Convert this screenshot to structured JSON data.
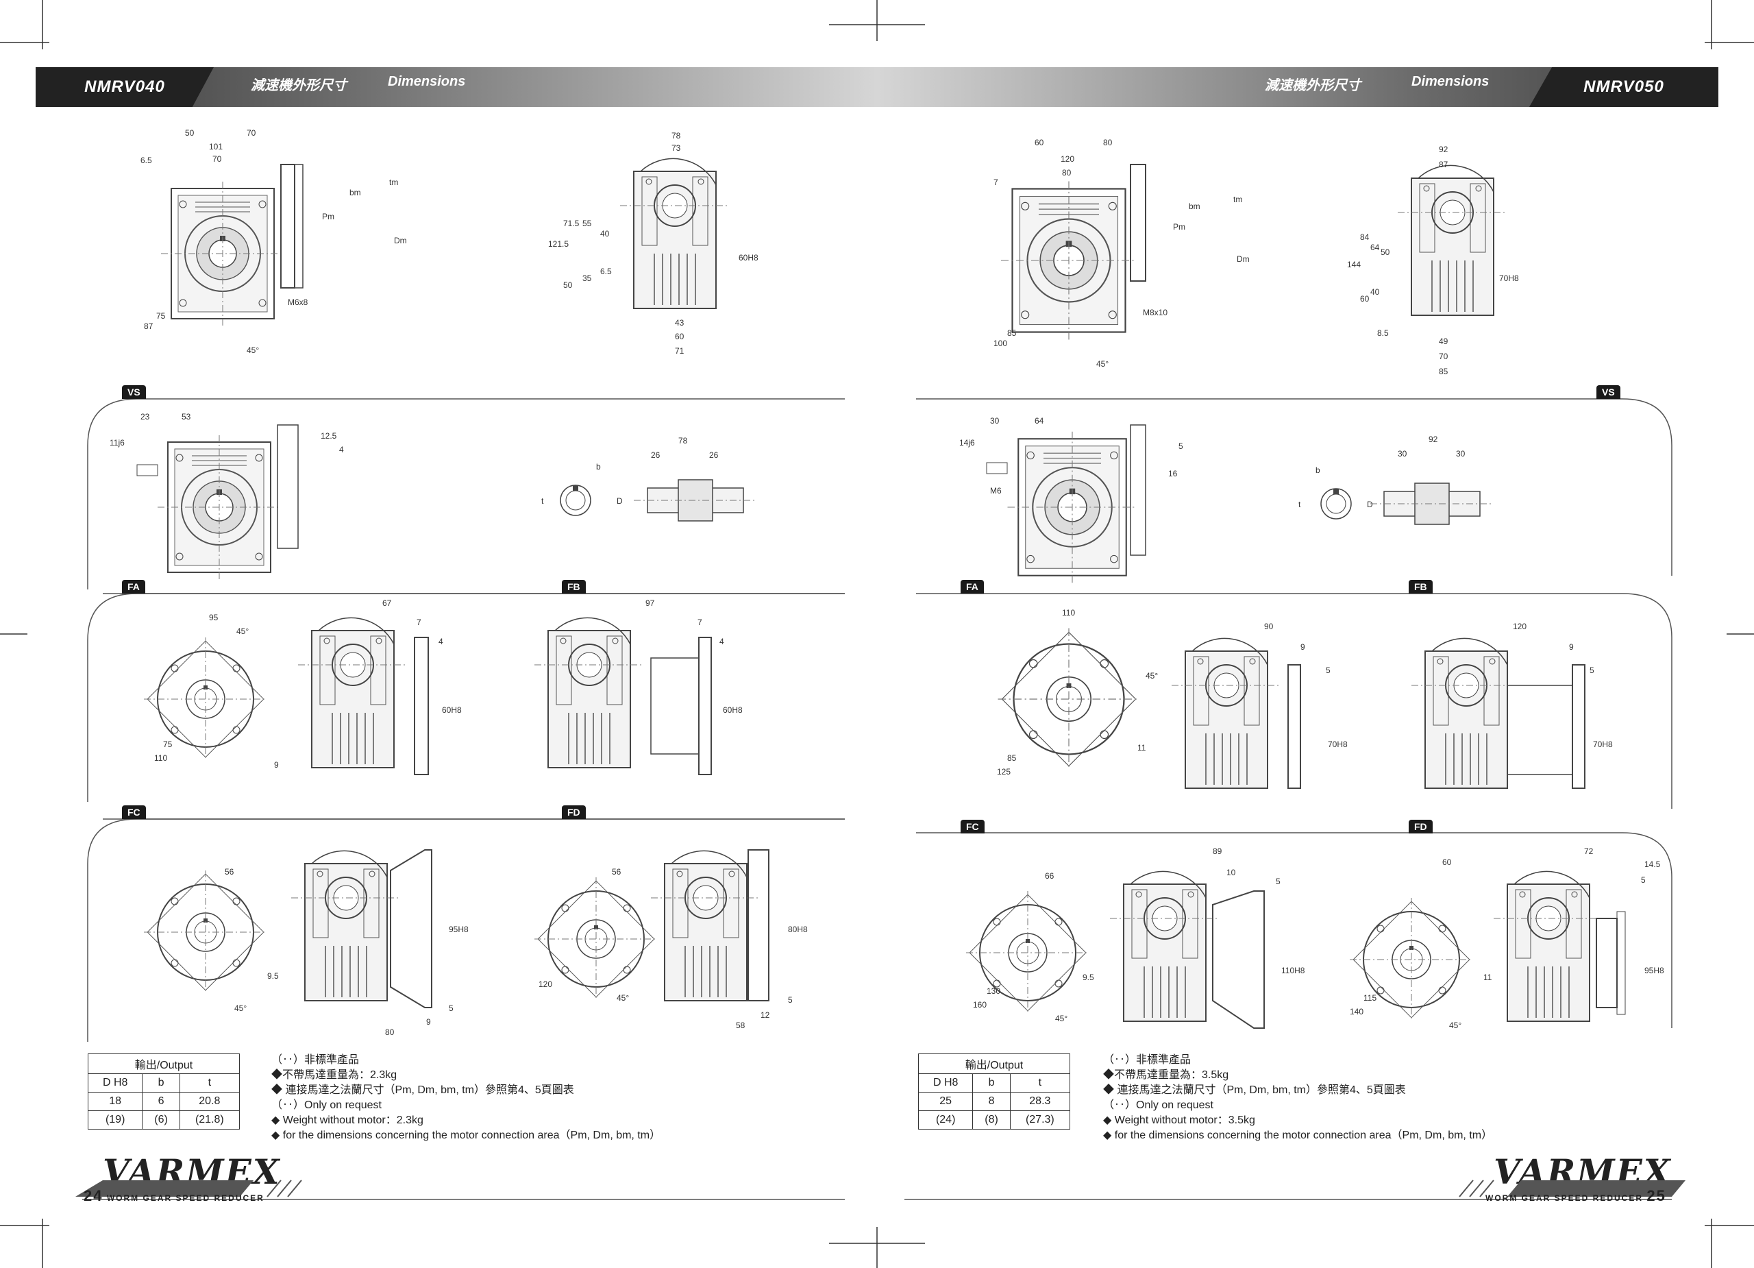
{
  "left": {
    "model": "NMRV040",
    "title_cn": "減速機外形尺寸",
    "title_en": "Dimensions",
    "labels": {
      "vs": "VS",
      "fa": "FA",
      "fb": "FB",
      "fc": "FC",
      "fd": "FD"
    },
    "table": {
      "header": "輸出/Output",
      "cols": [
        "D H8",
        "b",
        "t"
      ],
      "rows": [
        [
          "18",
          "6",
          "20.8"
        ],
        [
          "(19)",
          "(6)",
          "(21.8)"
        ]
      ]
    },
    "notes": [
      "（‥）非標準產品",
      "◆不帶馬達重量為：2.3kg",
      "◆ 連接馬達之法蘭尺寸（Pm, Dm, bm, tm）參照第4、5頁圖表",
      "（‥）Only on request",
      "◆ Weight without motor：2.3kg",
      "◆ for the dimensions concerning the motor connection area（Pm, Dm, bm, tm）"
    ],
    "page": "24",
    "footer": "WORM GEAR SPEED REDUCER",
    "dims": {
      "vs_top": [
        "50",
        "70",
        "101",
        "70",
        "6.5",
        "Pm",
        "bm",
        "tm",
        "Dm",
        "M6x8",
        "87",
        "75",
        "45°"
      ],
      "vs_side": [
        "78",
        "73",
        "121.5",
        "71.5",
        "55",
        "40",
        "50",
        "35",
        "6.5",
        "60H8",
        "43",
        "60",
        "71"
      ],
      "fa": [
        "23",
        "53",
        "11j6",
        "12.5",
        "4"
      ],
      "fb": [
        "78",
        "26",
        "26",
        "b",
        "t",
        "D"
      ],
      "fc": [
        "95",
        "45°",
        "75",
        "110",
        "9",
        "67",
        "7",
        "4",
        "60H8"
      ],
      "fd": [
        "97",
        "7",
        "4",
        "60H8"
      ],
      "bottom": [
        "56",
        "95H8",
        "9.5",
        "80",
        "45°",
        "9",
        "5",
        "56",
        "80H8",
        "120",
        "45°",
        "58",
        "12",
        "5"
      ]
    }
  },
  "right": {
    "model": "NMRV050",
    "title_cn": "減速機外形尺寸",
    "title_en": "Dimensions",
    "labels": {
      "vs": "VS",
      "fa": "FA",
      "fb": "FB",
      "fc": "FC",
      "fd": "FD"
    },
    "table": {
      "header": "輸出/Output",
      "cols": [
        "D H8",
        "b",
        "t"
      ],
      "rows": [
        [
          "25",
          "8",
          "28.3"
        ],
        [
          "(24)",
          "(8)",
          "(27.3)"
        ]
      ]
    },
    "notes": [
      "（‥）非標準產品",
      "◆不帶馬達重量為：3.5kg",
      "◆ 連接馬達之法蘭尺寸（Pm, Dm, bm, tm）參照第4、5頁圖表",
      "（‥）Only on request",
      "◆ Weight without motor：3.5kg",
      "◆ for the dimensions concerning the motor connection area（Pm, Dm, bm, tm）"
    ],
    "page": "25",
    "footer": "WORM GEAR SPEED REDUCER",
    "dims": {
      "vs_top": [
        "60",
        "80",
        "120",
        "80",
        "7",
        "Pm",
        "bm",
        "tm",
        "Dm",
        "M8x10",
        "100",
        "85",
        "45°"
      ],
      "vs_side": [
        "92",
        "87",
        "144",
        "84",
        "64",
        "50",
        "60",
        "40",
        "8.5",
        "70H8",
        "49",
        "70",
        "85"
      ],
      "fa": [
        "30",
        "64",
        "14j6",
        "5",
        "16",
        "M6"
      ],
      "fb": [
        "92",
        "30",
        "30",
        "b",
        "t",
        "D"
      ],
      "fc": [
        "110",
        "45°",
        "85",
        "125",
        "11",
        "90",
        "9",
        "5",
        "70H8"
      ],
      "fd": [
        "120",
        "9",
        "5",
        "70H8"
      ],
      "bottom": [
        "66",
        "130",
        "160",
        "9.5",
        "45°",
        "89",
        "10",
        "5",
        "110H8",
        "60",
        "115",
        "140",
        "45°",
        "11",
        "72",
        "14.5",
        "5",
        "95H8"
      ]
    }
  },
  "brand": "VARMEX"
}
